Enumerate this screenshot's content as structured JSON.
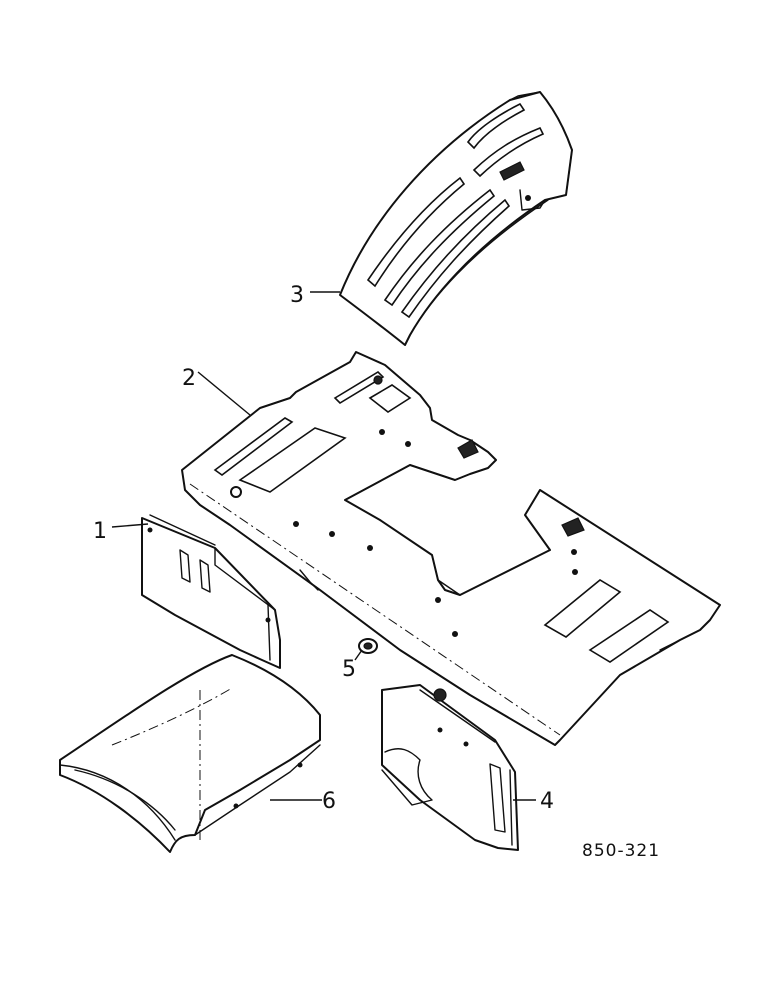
{
  "diagram": {
    "reference_code": "850-321",
    "callouts": [
      {
        "id": "1",
        "label": "1"
      },
      {
        "id": "2",
        "label": "2"
      },
      {
        "id": "3",
        "label": "3"
      },
      {
        "id": "4",
        "label": "4"
      },
      {
        "id": "5",
        "label": "5"
      },
      {
        "id": "6",
        "label": "6"
      }
    ]
  },
  "colors": {
    "line": "#111111",
    "background": "#ffffff"
  }
}
